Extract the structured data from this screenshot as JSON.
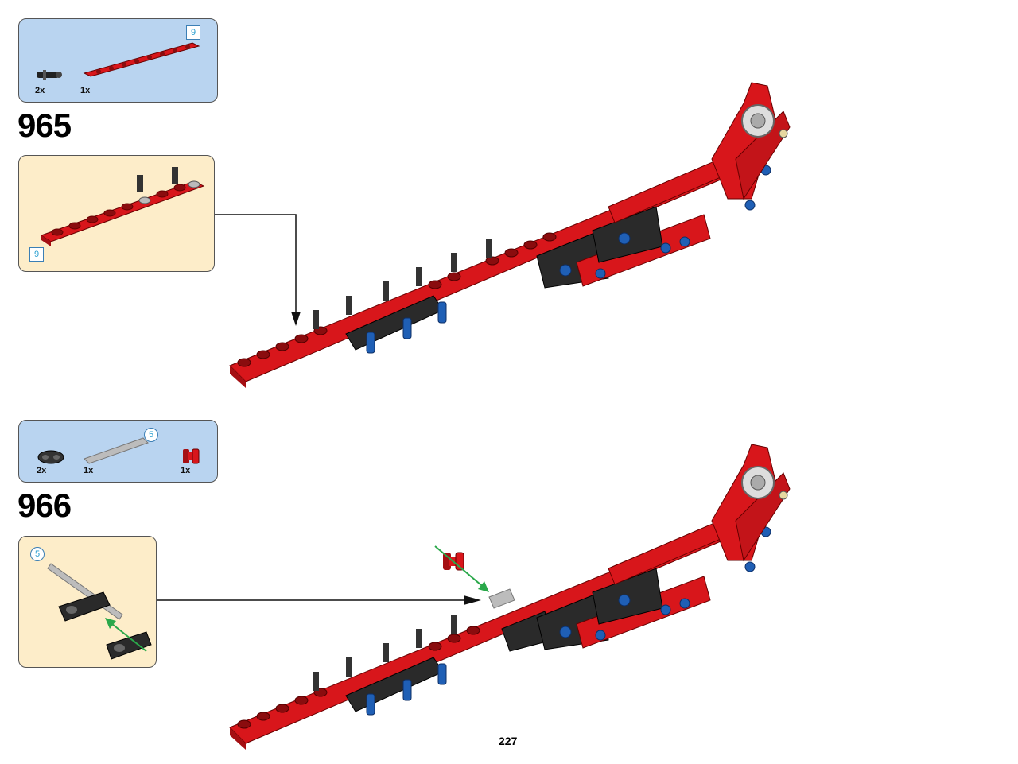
{
  "steps": [
    {
      "number": "965",
      "parts": [
        {
          "name": "black-friction-pin",
          "qty": "2x"
        },
        {
          "name": "red-beam-9",
          "qty": "1x",
          "length": "9"
        }
      ],
      "subassembly": {
        "callout": "9"
      }
    },
    {
      "number": "966",
      "parts": [
        {
          "name": "black-connector-2",
          "qty": "2x"
        },
        {
          "name": "grey-axle-5",
          "qty": "1x",
          "length": "5"
        },
        {
          "name": "red-bushing",
          "qty": "1x"
        }
      ],
      "subassembly": {
        "callout": "5"
      }
    }
  ],
  "page_number": "227",
  "colors": {
    "parts_panel": "#b9d4f0",
    "subassembly_panel": "#fdedc9",
    "beam_red": "#d8161b",
    "pin_blue": "#1f5fb5",
    "accent_green": "#2aa84a"
  }
}
